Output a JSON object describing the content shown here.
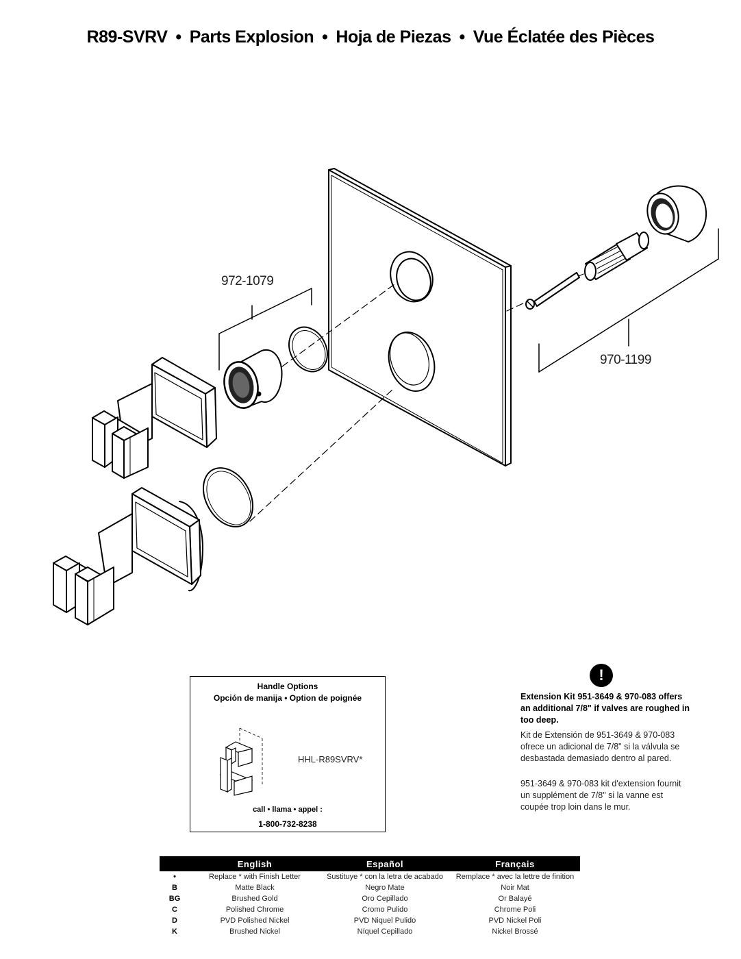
{
  "header": {
    "model": "R89-SVRV",
    "sep": "•",
    "en": "Parts Explosion",
    "es": "Hoja de Piezas",
    "fr": "Vue Éclatée des Pièces"
  },
  "parts": {
    "cartridge_label": "972-1079",
    "stem_kit_label": "970-1199"
  },
  "handle_options": {
    "title": "Handle Options",
    "subtitle": "Opción de manija • Option de poignée",
    "model": "HHL-R89SVRV*",
    "call": "call • llama • appel :",
    "phone": "1-800-732-8238"
  },
  "notice": {
    "icon": "exclamation-icon",
    "en": "Extension Kit 951-3649 & 970-083 offers an additional 7/8\" if valves are roughed in too deep.",
    "es": "Kit de Extensión de 951-3649 & 970-083 ofrece un adicional de 7/8\" si la válvula se desbastada demasiado dentro al pared.",
    "fr": "951-3649 & 970-083 kit d'extension fournit un supplément de 7/8\" si la vanne est coupée trop loin dans le mur."
  },
  "finish_table": {
    "headers": [
      "",
      "English",
      "Español",
      "Français"
    ],
    "rows": [
      [
        "•",
        "Replace * with Finish Letter",
        "Sustituye * con la letra de acabado",
        "Remplace * avec la lettre de finition"
      ],
      [
        "B",
        "Matte Black",
        "Negro Mate",
        "Noir Mat"
      ],
      [
        "BG",
        "Brushed Gold",
        "Oro Cepillado",
        "Or Balayé"
      ],
      [
        "C",
        "Polished Chrome",
        "Cromo Pulido",
        "Chrome Poli"
      ],
      [
        "D",
        "PVD Polished Nickel",
        "PVD Niquel Pulido",
        "PVD Nickel Poli"
      ],
      [
        "K",
        "Brushed Nickel",
        "Níquel Cepillado",
        "Nickel Brossé"
      ]
    ]
  }
}
